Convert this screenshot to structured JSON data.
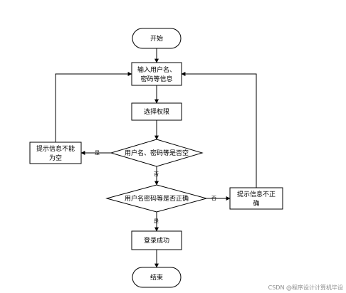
{
  "nodes": {
    "start": "开始",
    "input_line1": "输入用户名、",
    "input_line2": "密码等信息",
    "select": "选择权限",
    "check_empty": "用户名、密码等是否空",
    "empty_tip_line1": "提示信息不能",
    "empty_tip_line2": "为空",
    "check_correct": "用户名密码等是否正确",
    "wrong_tip_line1": "提示信息不正",
    "wrong_tip_line2": "确",
    "success": "登录成功",
    "end": "结束"
  },
  "edges": {
    "empty_yes": "是",
    "empty_no": "否",
    "correct_no": "否",
    "correct_yes": "是"
  },
  "watermark": "CSDN @程序设计计算机毕设"
}
